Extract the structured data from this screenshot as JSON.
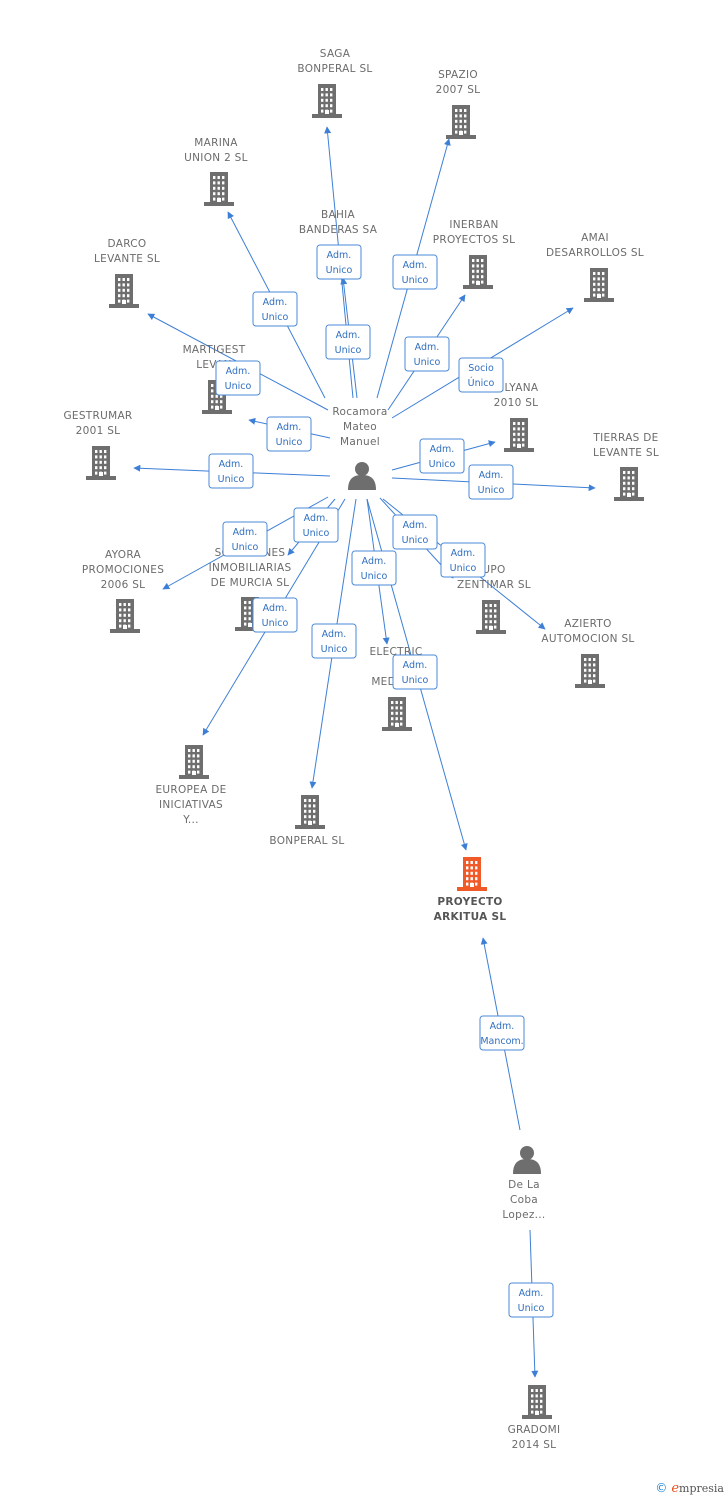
{
  "colors": {
    "edge": "#3d7fd6",
    "node": "#6e6e6e",
    "highlight": "#f05a28",
    "label_border": "#4a8ad8",
    "label_text": "#2f6fc0"
  },
  "nodes": [
    {
      "id": "saga",
      "kind": "company",
      "lines": [
        "SAGA",
        "BONPERAL SL"
      ]
    },
    {
      "id": "spazio",
      "kind": "company",
      "lines": [
        "SPAZIO",
        "2007 SL"
      ]
    },
    {
      "id": "marina",
      "kind": "company",
      "lines": [
        "MARINA",
        "UNION 2 SL"
      ]
    },
    {
      "id": "bahia",
      "kind": "company",
      "lines": [
        "BAHIA",
        "BANDERAS SA"
      ]
    },
    {
      "id": "inerban",
      "kind": "company",
      "lines": [
        "INERBAN",
        "PROYECTOS SL"
      ]
    },
    {
      "id": "amai",
      "kind": "company",
      "lines": [
        "AMAI",
        "DESARROLLOS SL"
      ]
    },
    {
      "id": "darco",
      "kind": "company",
      "lines": [
        "DARCO",
        "LEVANTE SL"
      ]
    },
    {
      "id": "martigest",
      "kind": "company",
      "lines": [
        "MARTIGEST",
        "LEVAN"
      ]
    },
    {
      "id": "vilyana",
      "kind": "company",
      "lines": [
        "VILYANA",
        "2010 SL"
      ]
    },
    {
      "id": "gestrumar",
      "kind": "company",
      "lines": [
        "GESTRUMAR",
        "2001 SL"
      ]
    },
    {
      "id": "tierras",
      "kind": "company",
      "lines": [
        "TIERRAS DE",
        "LEVANTE SL"
      ]
    },
    {
      "id": "ayora",
      "kind": "company",
      "lines": [
        "AYORA",
        "PROMOCIONES",
        "2006 SL"
      ]
    },
    {
      "id": "soluciones",
      "kind": "company",
      "lines": [
        "SOLUCIONES",
        "INMOBILIARIAS",
        "DE MURCIA SL"
      ]
    },
    {
      "id": "grupo",
      "kind": "company",
      "lines": [
        "UPO",
        "ZENTIMAR SL"
      ]
    },
    {
      "id": "azierto",
      "kind": "company",
      "lines": [
        "AZIERTO",
        "AUTOMOCION SL"
      ]
    },
    {
      "id": "electric",
      "kind": "company",
      "lines": [
        "ELECTRIC",
        "C",
        "MEDITER"
      ]
    },
    {
      "id": "europea",
      "kind": "company",
      "lines": [
        "EUROPEA DE",
        "INICIATIVAS",
        "Y..."
      ]
    },
    {
      "id": "bonperal",
      "kind": "company",
      "lines": [
        "BONPERAL SL"
      ]
    },
    {
      "id": "proyecto",
      "kind": "company",
      "highlight": true,
      "lines": [
        "PROYECTO",
        "ARKITUA SL"
      ]
    },
    {
      "id": "gradomi",
      "kind": "company",
      "lines": [
        "GRADOMI",
        "2014 SL"
      ]
    },
    {
      "id": "rocamora",
      "kind": "person",
      "lines": [
        "Rocamora",
        "Mateo",
        "Manuel"
      ]
    },
    {
      "id": "delacoba",
      "kind": "person",
      "lines": [
        "De La",
        "Coba",
        "Lopez..."
      ]
    }
  ],
  "edges": [
    {
      "from": "rocamora",
      "to": "saga",
      "label": [
        "Adm.",
        "Unico"
      ]
    },
    {
      "from": "rocamora",
      "to": "bahia",
      "label": [
        "Adm.",
        "Unico"
      ]
    },
    {
      "from": "rocamora",
      "to": "spazio",
      "label": [
        "Adm.",
        "Unico"
      ]
    },
    {
      "from": "rocamora",
      "to": "marina",
      "label": [
        "Adm.",
        "Unico"
      ]
    },
    {
      "from": "rocamora",
      "to": "inerban",
      "label": [
        "Adm.",
        "Unico"
      ]
    },
    {
      "from": "rocamora",
      "to": "amai",
      "label": [
        "Socio",
        "Único"
      ]
    },
    {
      "from": "rocamora",
      "to": "darco",
      "label": [
        "Adm.",
        "Unico"
      ]
    },
    {
      "from": "rocamora",
      "to": "martigest",
      "label": [
        "Adm.",
        "Unico"
      ]
    },
    {
      "from": "rocamora",
      "to": "vilyana",
      "label": [
        "Adm.",
        "Unico"
      ]
    },
    {
      "from": "rocamora",
      "to": "gestrumar",
      "label": [
        "Adm.",
        "Unico"
      ]
    },
    {
      "from": "rocamora",
      "to": "tierras",
      "label": [
        "Adm.",
        "Unico"
      ]
    },
    {
      "from": "rocamora",
      "to": "ayora",
      "label": [
        "Adm.",
        "Unico"
      ]
    },
    {
      "from": "rocamora",
      "to": "soluciones",
      "label": [
        "Adm.",
        "Unico"
      ]
    },
    {
      "from": "rocamora",
      "to": "grupo",
      "label": [
        "Adm.",
        "Unico"
      ]
    },
    {
      "from": "rocamora",
      "to": "azierto",
      "label": [
        "Adm.",
        "Unico"
      ]
    },
    {
      "from": "rocamora",
      "to": "electric",
      "label": [
        "Adm.",
        "Unico"
      ]
    },
    {
      "from": "rocamora",
      "to": "europea",
      "label": [
        "Adm.",
        "Unico"
      ]
    },
    {
      "from": "rocamora",
      "to": "bonperal",
      "label": [
        "Adm.",
        "Unico"
      ]
    },
    {
      "from": "rocamora",
      "to": "proyecto",
      "label": [
        "Adm.",
        "Unico"
      ]
    },
    {
      "from": "delacoba",
      "to": "proyecto",
      "label": [
        "Adm.",
        "Mancom."
      ]
    },
    {
      "from": "delacoba",
      "to": "gradomi",
      "label": [
        "Adm.",
        "Unico"
      ]
    }
  ],
  "footer": {
    "symbol": "©",
    "brand_initial": "e",
    "brand_rest": "mpresia"
  }
}
